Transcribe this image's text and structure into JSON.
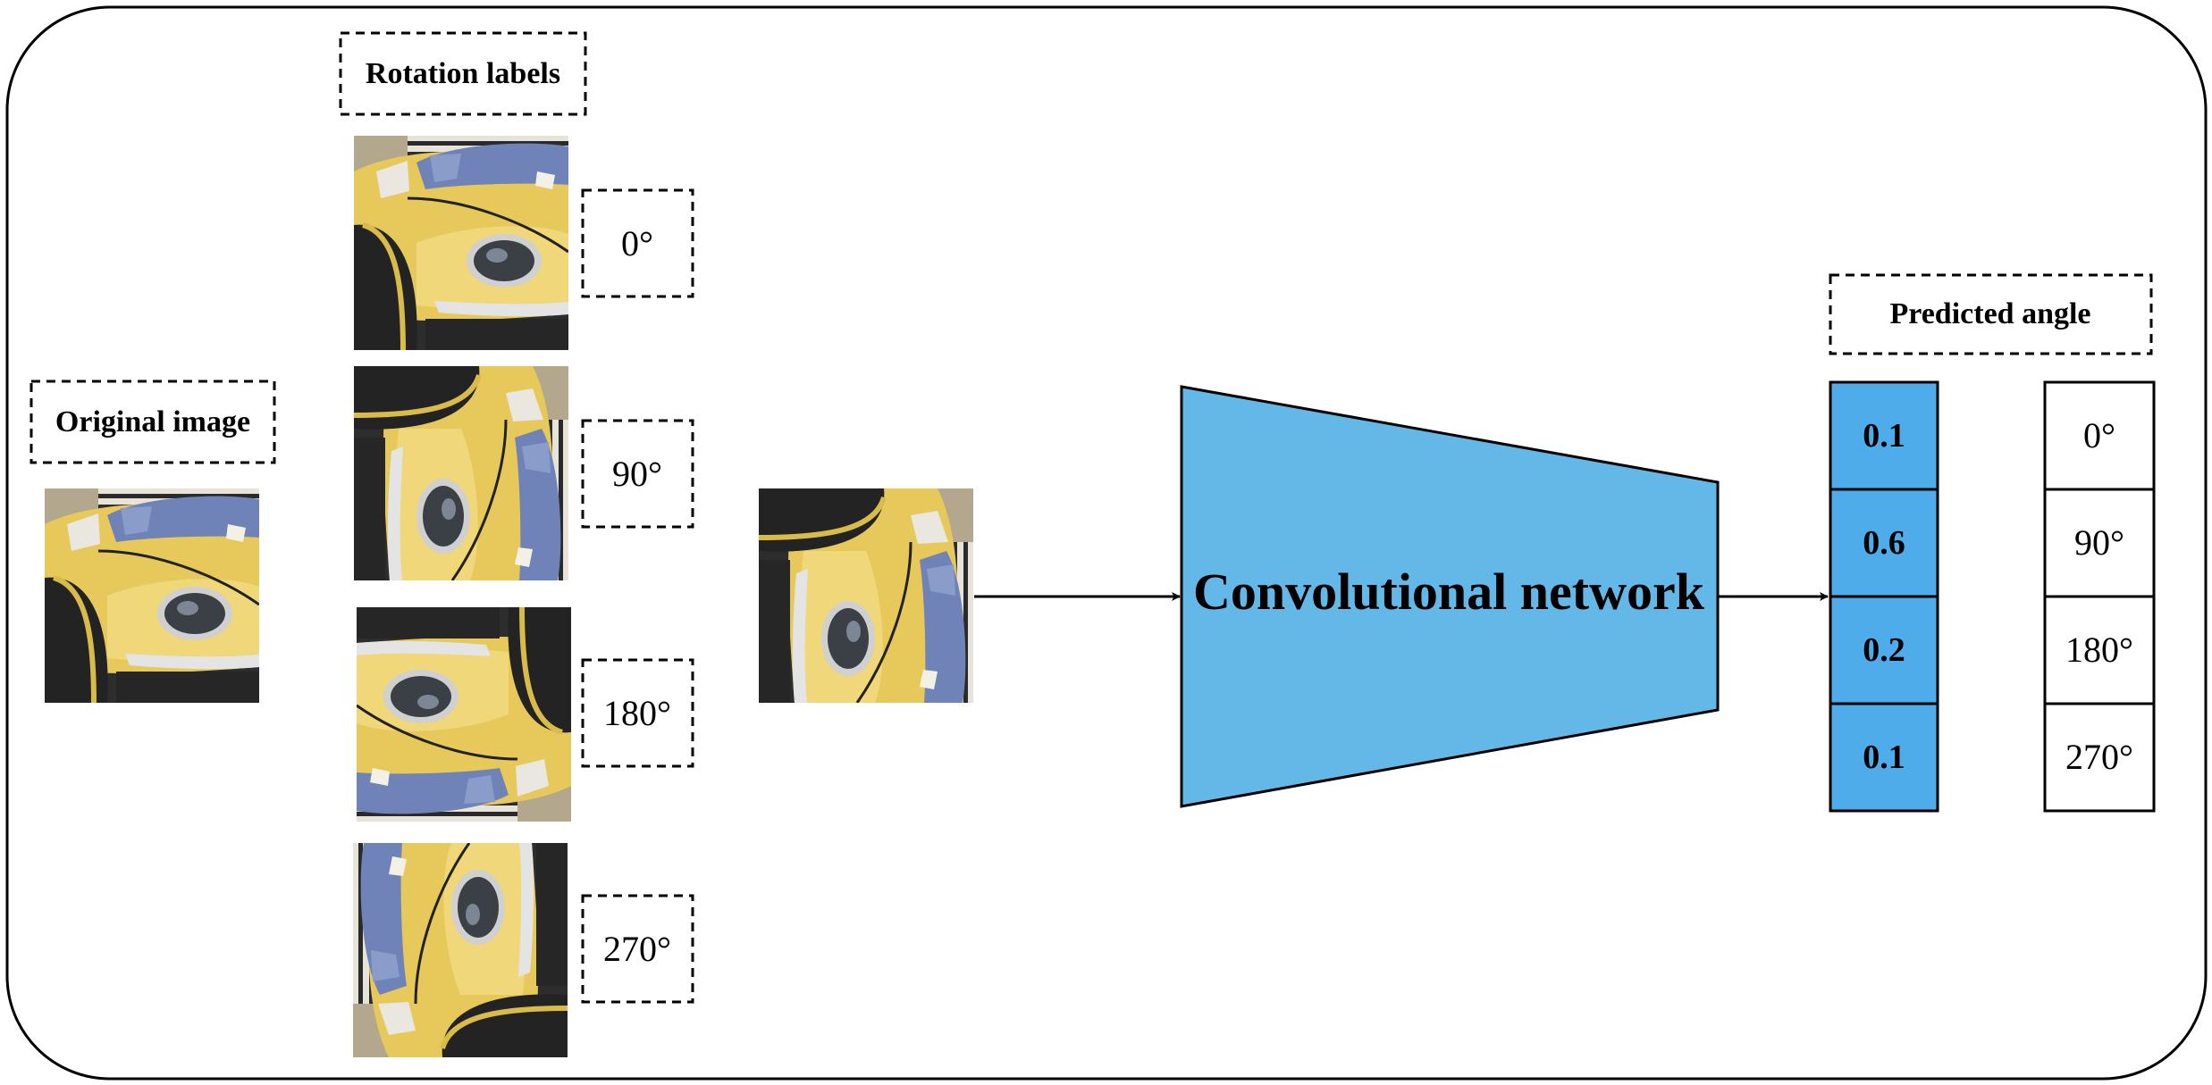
{
  "labels": {
    "original": "Original image",
    "rotation": "Rotation labels",
    "predicted": "Predicted angle",
    "network": "Convolutional network"
  },
  "rotation_labels": [
    "0°",
    "90°",
    "180°",
    "270°"
  ],
  "predicted_angles": [
    "0°",
    "90°",
    "180°",
    "270°"
  ],
  "probabilities": [
    "0.1",
    "0.6",
    "0.2",
    "0.1"
  ],
  "colors": {
    "network_fill": "#63b8e8",
    "prob_fill": "#4facea",
    "car_yellow": "#e8cc58",
    "car_window": "#6f83b8",
    "tire_dark": "#2b2b2b"
  }
}
